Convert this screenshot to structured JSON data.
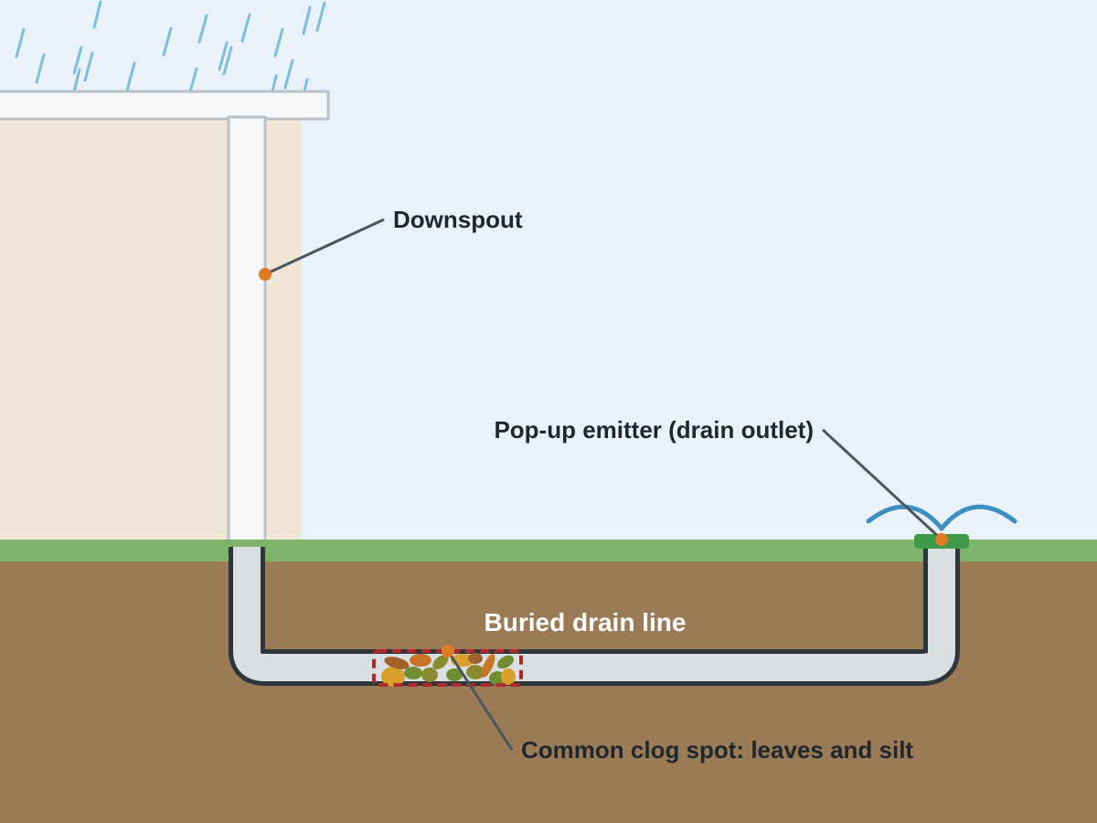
{
  "labels": {
    "downspout": "Downspout",
    "emitter": "Pop-up emitter (drain outlet)",
    "drain_line": "Buried drain line",
    "clog": "Common clog spot: leaves and silt"
  },
  "colors": {
    "sky": "#e8f2f8",
    "wall": "#f0e6d6",
    "gutter": "#f5f7f9",
    "pipe_outline": "#b9c1c7",
    "grass": "#7db36b",
    "soil": "#9a7b56",
    "buried_pipe_fill": "#dadfe4",
    "buried_pipe_outline": "#2e363c",
    "rain": "#7fbde0",
    "emitter": "#3e9b4a",
    "water_arc": "#3c8fc0",
    "marker_dot": "#e07b24",
    "clog_outline": "#b0282a",
    "leaves": [
      "#d9a02c",
      "#c8752a",
      "#8a8a2e",
      "#a0622a",
      "#6f8f32"
    ]
  },
  "icons": {
    "rain": "rain-streaks",
    "leaves": "leaf-debris-cluster",
    "emitter_spray": "water-spray-arcs"
  }
}
